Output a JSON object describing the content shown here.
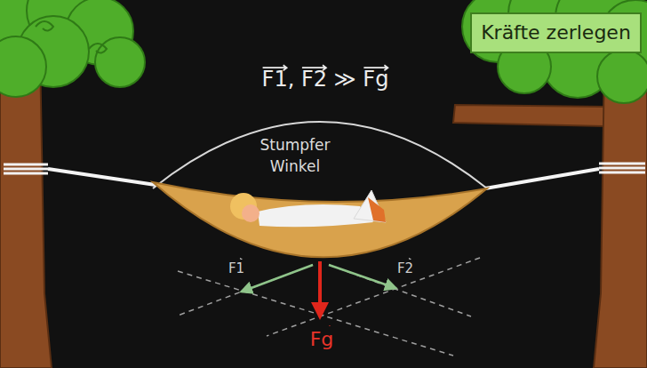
{
  "diagram": {
    "nodes": [
      {
        "text": [
          "Kräfte zerlegen"
        ]
      }
    ],
    "labels": [
      "F1, F2 ≫ Fg",
      "Stumpfer Winkel",
      "F1",
      "F2",
      "Fg"
    ]
  }
}
